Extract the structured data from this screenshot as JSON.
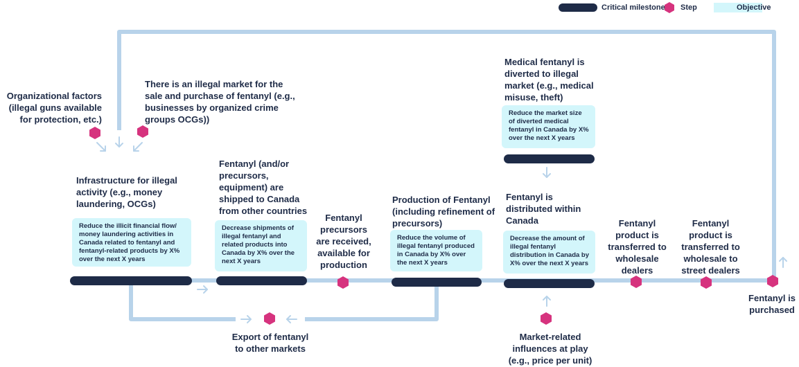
{
  "colors": {
    "line": "#b8d3ea",
    "milestone": "#1e2b47",
    "step": "#d6337e",
    "objective": "#d3f6fb",
    "text": "#1e2b47"
  },
  "legend": {
    "milestone": "Critical milestone",
    "step": "Step",
    "objective": "Objective"
  },
  "labels": {
    "org_factors": "Organizational factors (illegal guns available for protection, etc.)",
    "illegal_market": "There is an illegal market for the sale and purchase of fentanyl (e.g., businesses by organized crime groups OCGs))",
    "infrastructure": "Infrastructure for illegal activity (e.g., money laundering, OCGs)",
    "shipped": "Fentanyl (and/or precursors, equipment) are shipped to Canada from other countries",
    "precursors_received": "Fentanyl precursors are received, available for production",
    "production": "Production of Fentanyl (including refinement of precursors)",
    "medical_diverted": "Medical fentanyl is diverted to illegal market (e.g., medical misuse, theft)",
    "distributed": "Fentanyl is distributed within Canada",
    "wholesale": "Fentanyl product is transferred to wholesale dealers",
    "street": "Fentanyl product is transferred to wholesale to street dealers",
    "purchased": "Fentanyl is purchased",
    "export": "Export of fentanyl to other markets",
    "market_influences": "Market-related influences at play (e.g., price per unit)"
  },
  "objectives": {
    "financial": "Reduce the illicit financial flow/ money laundering activities in Canada related to fentanyl and fentanyl-related products by X% over the next X years",
    "shipments": "Decrease shipments of illegal fentanyl and related products into Canada by X% over the next X years",
    "production": "Reduce the volume of illegal fentanyl produced in Canada by X% over the next X years",
    "medical": "Reduce the market size of diverted medical fentanyl in Canada by X% over the next X years",
    "distribution": "Decrease the amount of illegal fentanyl distribution in Canada by X% over the next X years"
  }
}
